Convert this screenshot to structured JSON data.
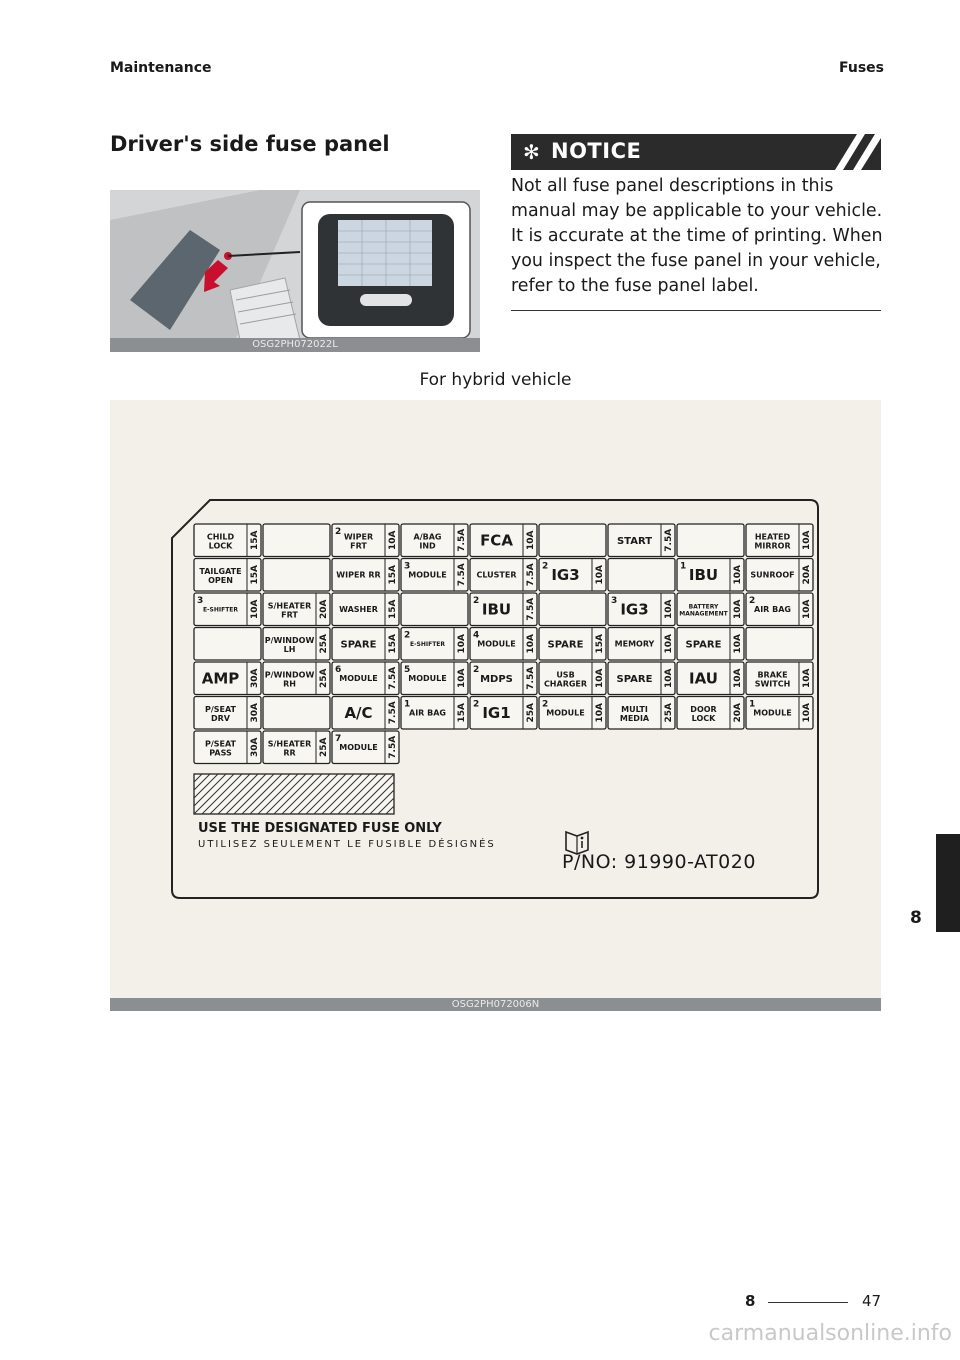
{
  "header": {
    "left": "Maintenance",
    "right": "Fuses"
  },
  "section_title": "Driver's side fuse panel",
  "photo": {
    "caption": "OSG2PH072022L"
  },
  "notice": {
    "label": "NOTICE",
    "text": "Not all fuse panel descriptions in this manual may be applicable to your vehicle. It is accurate at the time of printing. When you inspect the fuse panel in your vehicle, refer to the fuse panel label."
  },
  "subtitle": "For hybrid vehicle",
  "fuse_panel": {
    "caption": "OSG2PH072006N",
    "rows": [
      [
        {
          "name": "CHILD LOCK",
          "rating": "15A"
        },
        {
          "name": "",
          "rating": ""
        },
        {
          "num": "2",
          "name": "WIPER FRT",
          "rating": "10A"
        },
        {
          "name": "A/BAG IND",
          "rating": "7.5A"
        },
        {
          "name": "FCA",
          "rating": "10A"
        },
        {
          "name": "",
          "rating": ""
        },
        {
          "name": "START",
          "rating": "7.5A"
        },
        {
          "name": "",
          "rating": ""
        },
        {
          "name": "HEATED MIRROR",
          "rating": "10A"
        }
      ],
      [
        {
          "name": "TAILGATE OPEN",
          "rating": "15A"
        },
        {
          "name": "",
          "rating": ""
        },
        {
          "name": "WIPER RR",
          "rating": "15A"
        },
        {
          "num": "3",
          "name": "MODULE",
          "rating": "7.5A"
        },
        {
          "name": "CLUSTER",
          "rating": "7.5A"
        },
        {
          "num": "2",
          "name": "IG3",
          "rating": "10A"
        },
        {
          "name": "",
          "rating": ""
        },
        {
          "num": "1",
          "name": "IBU",
          "rating": "10A"
        },
        {
          "name": "SUNROOF",
          "rating": "20A"
        }
      ],
      [
        {
          "num": "3",
          "name": "E-SHIFTER",
          "rating": "10A"
        },
        {
          "name": "S/HEATER FRT",
          "rating": "20A"
        },
        {
          "name": "WASHER",
          "rating": "15A"
        },
        {
          "name": "",
          "rating": ""
        },
        {
          "num": "2",
          "name": "IBU",
          "rating": "7.5A"
        },
        {
          "name": "",
          "rating": ""
        },
        {
          "num": "3",
          "name": "IG3",
          "rating": "10A"
        },
        {
          "name": "BATTERY MANAGEMENT",
          "rating": "10A"
        },
        {
          "num": "2",
          "name": "AIR BAG",
          "rating": "10A"
        }
      ],
      [
        {
          "name": "",
          "rating": ""
        },
        {
          "name": "P/WINDOW LH",
          "rating": "25A"
        },
        {
          "name": "SPARE",
          "rating": "15A"
        },
        {
          "num": "2",
          "name": "E-SHIFTER",
          "rating": "10A"
        },
        {
          "num": "4",
          "name": "MODULE",
          "rating": "10A"
        },
        {
          "name": "SPARE",
          "rating": "15A"
        },
        {
          "name": "MEMORY",
          "rating": "10A"
        },
        {
          "name": "SPARE",
          "rating": "10A"
        },
        {
          "name": "",
          "rating": ""
        }
      ],
      [
        {
          "name": "AMP",
          "rating": "30A"
        },
        {
          "name": "P/WINDOW RH",
          "rating": "25A"
        },
        {
          "num": "6",
          "name": "MODULE",
          "rating": "7.5A"
        },
        {
          "num": "5",
          "name": "MODULE",
          "rating": "10A"
        },
        {
          "num": "2",
          "name": "MDPS",
          "rating": "7.5A"
        },
        {
          "name": "USB CHARGER",
          "rating": "10A"
        },
        {
          "name": "SPARE",
          "rating": "10A"
        },
        {
          "name": "IAU",
          "rating": "10A"
        },
        {
          "name": "BRAKE SWITCH",
          "rating": "10A"
        }
      ],
      [
        {
          "name": "P/SEAT DRV",
          "rating": "30A"
        },
        {
          "name": "",
          "rating": ""
        },
        {
          "name": "A/C",
          "rating": "7.5A"
        },
        {
          "num": "1",
          "name": "AIR BAG",
          "rating": "15A"
        },
        {
          "num": "2",
          "name": "IG1",
          "rating": "25A"
        },
        {
          "num": "2",
          "name": "MODULE",
          "rating": "10A"
        },
        {
          "name": "MULTI MEDIA",
          "rating": "25A"
        },
        {
          "name": "DOOR LOCK",
          "rating": "20A"
        },
        {
          "num": "1",
          "name": "MODULE",
          "rating": "10A"
        }
      ],
      [
        {
          "name": "P/SEAT PASS",
          "rating": "30A"
        },
        {
          "name": "S/HEATER RR",
          "rating": "25A"
        },
        {
          "num": "7",
          "name": "MODULE",
          "rating": "7.5A"
        }
      ]
    ],
    "use_designated": "USE THE DESIGNATED FUSE ONLY",
    "use_designated_fr": "UTILISEZ SEULEMENT LE FUSIBLE DÉSIGNÉS",
    "part_number": "P/NO: 91990-AT020"
  },
  "chapter_tab": "8",
  "footer": {
    "chapter": "8",
    "page": "47"
  },
  "watermark": "carmanualsonline.info"
}
